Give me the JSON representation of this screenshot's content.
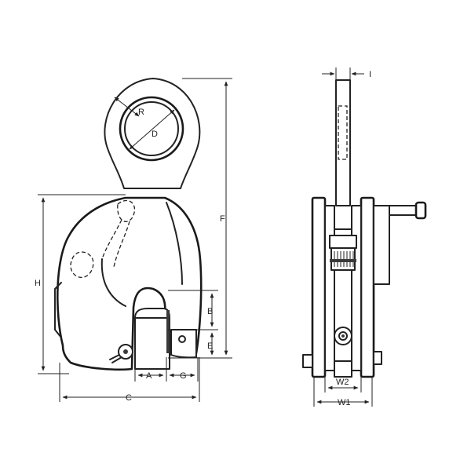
{
  "labels": {
    "R": "R",
    "D": "D",
    "F": "F",
    "H": "H",
    "B": "B",
    "E": "E",
    "A": "A",
    "G": "G",
    "C": "C",
    "I": "I",
    "W2": "W2",
    "W1": "W1"
  },
  "colors": {
    "ink": "#222222",
    "background": "#ffffff",
    "shade": "#cfcfcf"
  }
}
